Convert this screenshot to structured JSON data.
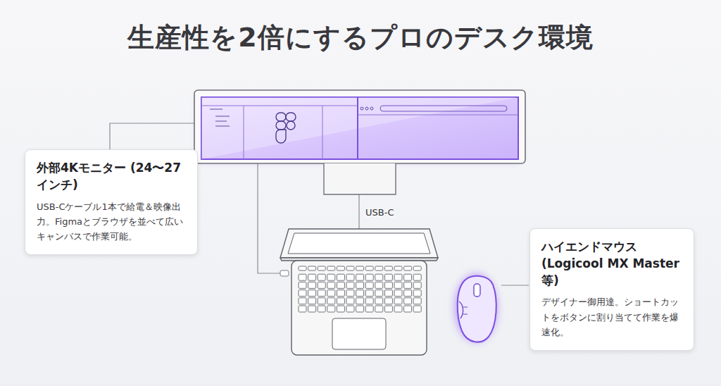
{
  "diagram": {
    "title": "生産性を2倍にするプロのデスク環境",
    "nodes": [
      {
        "text": [
          "外部4Kモニター (24〜27インチ)",
          "USB-Cケーブル1本で給電＆映像出力。Figmaとブラウザを並べて広いキャンバスで作業可能。"
        ]
      },
      {
        "text": [
          "ハイエンドマウス (Logicool MX Master等)",
          "デザイナー御用達。ショートカットをボタンに割り当てて作業を爆速化。"
        ]
      }
    ],
    "labels": [
      "USB-C"
    ]
  }
}
